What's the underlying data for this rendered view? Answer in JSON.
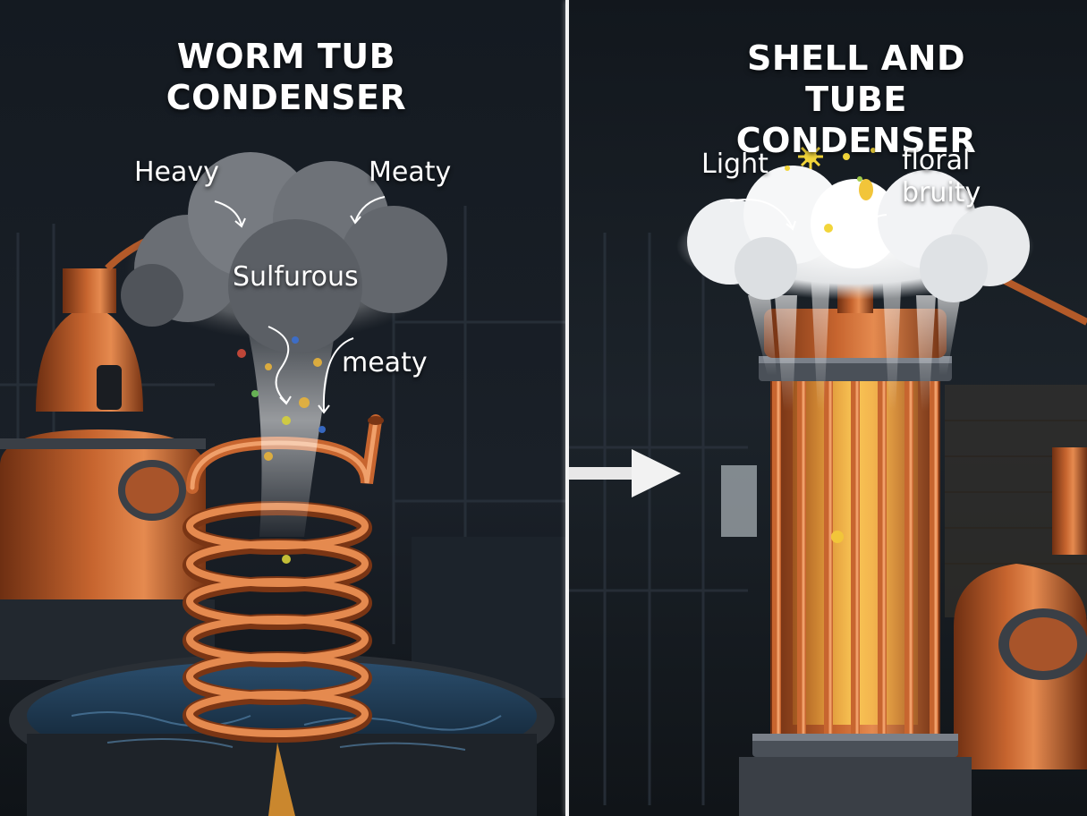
{
  "left": {
    "title_line1": "WORM TUB",
    "title_line2": "CONDENSER",
    "labels": {
      "heavy": "Heavy",
      "meaty_top": "Meaty",
      "sulfurous": "Sulfurous",
      "meaty_low": "meaty"
    }
  },
  "right": {
    "title_line1": "SHELL AND TUBE",
    "title_line2": "CONDENSER",
    "labels": {
      "light": "Light",
      "floral_line1": "floral",
      "floral_line2": "bruity"
    }
  },
  "colors": {
    "copper": "#c7652f",
    "copper_light": "#e58a4f",
    "water": "#1d3a55",
    "smoke_dark": "#5a5d62",
    "steam_white": "#f2f2f2",
    "glow_amber": "#f2b531"
  }
}
